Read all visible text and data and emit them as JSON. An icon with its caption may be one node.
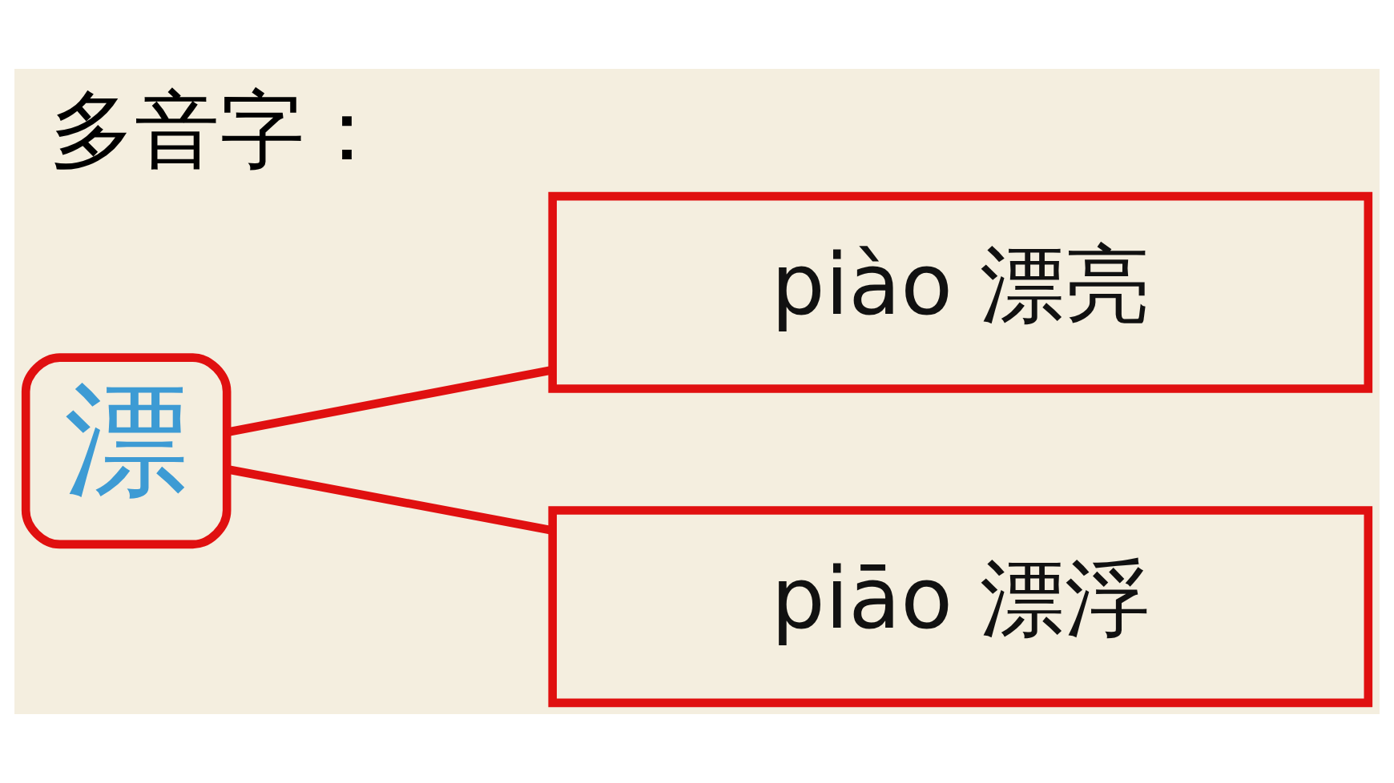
{
  "diagram": {
    "title": "多音字：",
    "nodes": [
      {
        "text": [
          "漂"
        ]
      },
      {
        "text": [
          "piào 漂亮"
        ]
      },
      {
        "text": [
          "piāo 漂浮"
        ]
      }
    ],
    "edges": [
      {
        "from": 0,
        "to": 1,
        "arrow": "none"
      },
      {
        "from": 0,
        "to": 2,
        "arrow": "none"
      }
    ]
  }
}
